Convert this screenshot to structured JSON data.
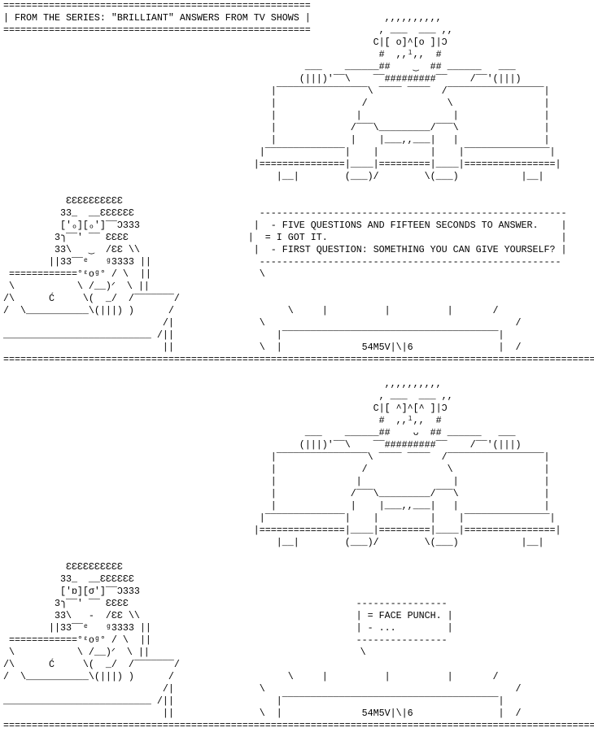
{
  "title": "FROM THE SERIES: \"BRILLIANT\" ANSWERS FROM TV SHOWS",
  "panel1_dialogue": [
    "- FIVE QUESTIONS AND FIFTEEN SECONDS TO ANSWER.",
    "= I GOT IT.",
    "- FIRST QUESTION: SOMETHING YOU CAN GIVE YOURSELF?"
  ],
  "panel2_dialogue": [
    "= FACE PUNCH.",
    "- ..."
  ],
  "sign_text": "54M5V|\\|6",
  "lines": [
    "======================================================",
    "| FROM THE SERIES: \"BRILLIANT\" ANSWERS FROM TV SHOWS |             ,,,,,,,,,,",
    "======================================================            , ___  ___ ,,",
    "                                                                 C|[ o]^[o ]|Ɔ",
    "                                                                  #  ,,ˡ,,  #",
    "                                                     ___    ______##    ‿  ## ______   ___",
    "                                                    (|||)'‾‾\\    ‾‾#########‾‾    /‾‾'(|||)",
    "                                               |‾‾‾‾‾‾‾‾‾‾‾‾‾‾‾‾\\ ‾‾‾‾ ‾‾‾‾  /‾‾‾‾‾‾‾‾‾‾‾‾‾‾‾‾‾|",
    "                                               |               /              \\                |",
    "                                               |              |                |               |",
    "                                               |             /‾‾‾\\_________/‾‾‾\\               |",
    "                                               |             |    |___,,___|   |               |",
    "                                             |‾‾‾‾‾‾‾‾‾‾‾‾‾‾|    |         |    |‾‾‾‾‾‾‾‾‾‾‾‾‾‾‾|",
    "                                            |===============|____|=========|____|================|",
    "                                                |__|        (___)/        \\(___)           |__|",
    "",
    "           ƐƐƐƐƐƐƐƐƐƐ",
    "          33_  __ƐƐƐƐƐƐ                      ------------------------------------------------------",
    "          ['ₒ][ₒ']‾‾Ɔ333                    |  - FIVE QUESTIONS AND FIFTEEN SECONDS TO ANSWER.    |",
    "         3ɿ‾‾' ‾‾ ƐƐƐƐ                     |  = I GOT IT.                                         |",
    "         33\\   ‿  /ƐƐ \\\\                    |  - FIRST QUESTION: SOMETHING YOU CAN GIVE YOURSELF? |",
    "        ||33‾‾ᵉ   ᵍ3333 ||                   -----------------------------------------------------",
    " ============°ᵋoᵍ° / \\  ||                   \\",
    " \\           \\ /__)ᐟ  \\ ||",
    "/\\      Ć     \\(  _/  /‾‾‾‾‾‾‾/",
    "/  \\___________\\(|||) )      /                    \\     |          |          |       /",
    "                            /|               \\                                            /",
    "__________________________ /||                  |‾‾‾‾‾‾‾‾‾‾‾‾‾‾‾‾‾‾‾‾‾‾‾‾‾‾‾‾‾‾‾‾‾‾‾‾‾‾|",
    "                            ||               \\  |              54M5V|\\|6               |  /",
    "========================================================================================================",
    "",
    "                                                                   ,,,,,,,,,,",
    "                                                                  , ___  ___ ,,",
    "                                                                 C|[ ^]^[^ ]|Ɔ",
    "                                                                  #  ,,ˡ,,  #",
    "                                                     ___    ______##    ᴗ  ## ______   ___",
    "                                                    (|||)'‾‾\\    ‾‾#########‾‾    /‾‾'(|||)",
    "                                               |‾‾‾‾‾‾‾‾‾‾‾‾‾‾‾‾\\ ‾‾‾‾ ‾‾‾‾  /‾‾‾‾‾‾‾‾‾‾‾‾‾‾‾‾‾|",
    "                                               |               /              \\                |",
    "                                               |              |                |               |",
    "                                               |             /‾‾‾\\_________/‾‾‾\\               |",
    "                                               |             |    |___,,___|   |               |",
    "                                             |‾‾‾‾‾‾‾‾‾‾‾‾‾‾|    |         |    |‾‾‾‾‾‾‾‾‾‾‾‾‾‾‾|",
    "                                            |===============|____|=========|____|================|",
    "                                                |__|        (___)/        \\(___)           |__|",
    "",
    "           ƐƐƐƐƐƐƐƐƐƐ",
    "          33_  __ƐƐƐƐƐƐ",
    "          ['ɒ][σ']‾‾Ɔ333",
    "         3ɿ‾‾' ‾‾ ƐƐƐƐ                                        ----------------",
    "         33\\   -  /ƐƐ \\\\                                      | = FACE PUNCH. |",
    "        ||33‾‾ᵉ   ᵍ3333 ||                                    | - ...         |",
    " ============°ᵋoᵍ° / \\  ||                                    ----------------",
    " \\           \\ /__)ᐟ  \\ ||                                     \\",
    "/\\      Ć     \\(  _/  /‾‾‾‾‾‾‾/",
    "/  \\___________\\(|||) )      /                    \\     |          |          |       /",
    "                            /|               \\                                            /",
    "__________________________ /||                  |‾‾‾‾‾‾‾‾‾‾‾‾‾‾‾‾‾‾‾‾‾‾‾‾‾‾‾‾‾‾‾‾‾‾‾‾‾‾|",
    "                            ||               \\  |              54M5V|\\|6               |  /",
    "========================================================================================================"
  ]
}
